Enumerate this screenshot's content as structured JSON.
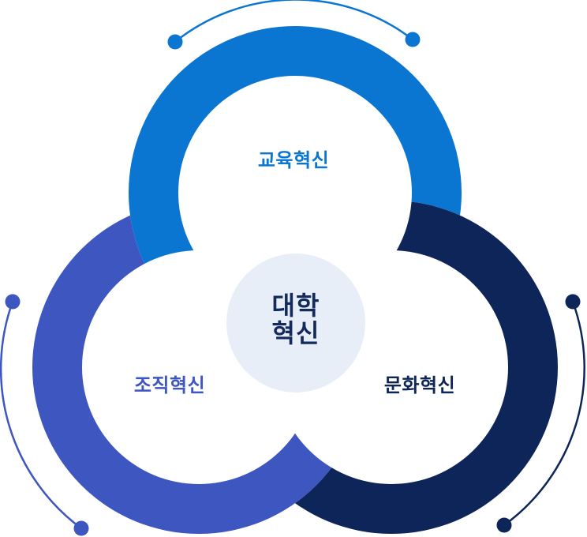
{
  "diagram": {
    "center_circle": {
      "line1": "대학",
      "line2": "혁신",
      "fill": "#e8eef7",
      "text_color": "#122b5c"
    },
    "rings": {
      "education": {
        "label": "교육혁신",
        "color": "#0a76d2"
      },
      "organization": {
        "label": "조직혁신",
        "color": "#3d56c0"
      },
      "culture": {
        "label": "문화혁신",
        "color": "#0d2558"
      }
    }
  }
}
